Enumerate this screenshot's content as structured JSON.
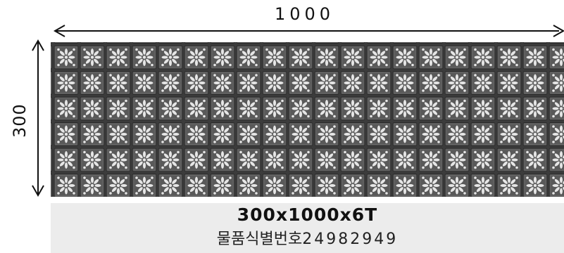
{
  "dimensions": {
    "width_label": "1000",
    "height_label": "300"
  },
  "product": {
    "size_spec": "300x1000x6T",
    "id_label": "물품식별번호",
    "id_number": "24982949"
  },
  "colors": {
    "panel": "#3c3c3c",
    "tile": "#5a5a5a",
    "perforation": "#e6e6e6",
    "info_box": "#ececec"
  }
}
